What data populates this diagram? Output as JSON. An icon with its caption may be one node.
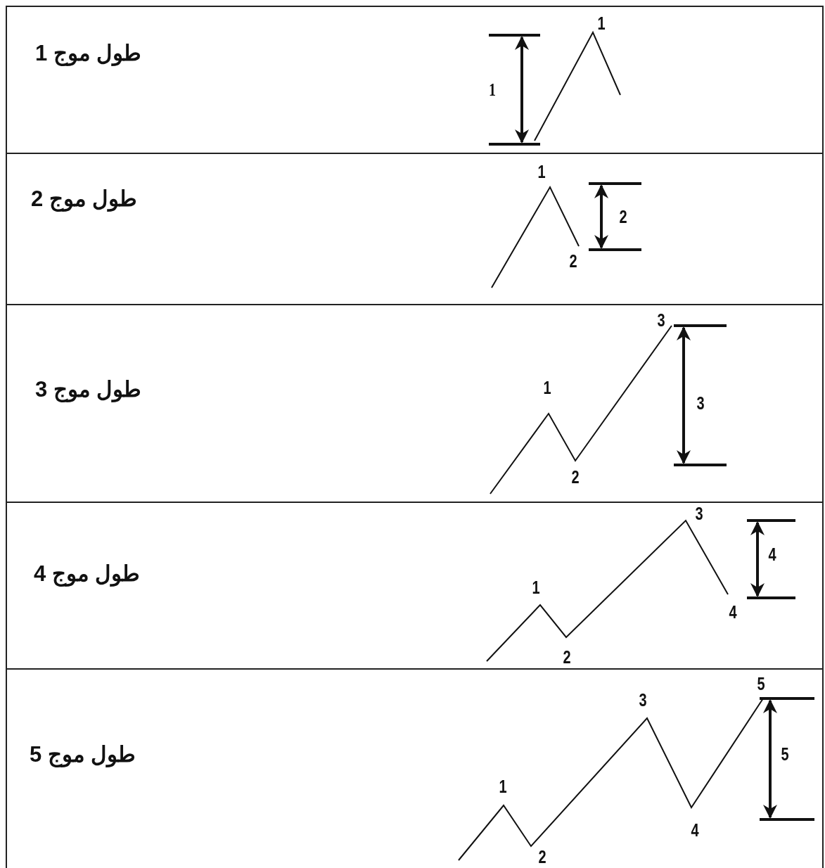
{
  "diagram": {
    "nodes": [
      {
        "text": [
          "طول موج 1"
        ]
      },
      {
        "text": [
          "طول موج 2"
        ]
      },
      {
        "text": [
          "طول موج 3"
        ]
      },
      {
        "text": [
          "طول موج 4"
        ]
      },
      {
        "text": [
          "طول موج 5"
        ]
      }
    ],
    "labels": [
      "1",
      "1",
      "1",
      "2",
      "2",
      "3",
      "1",
      "3",
      "2",
      "3",
      "4",
      "1",
      "4",
      "2",
      "5",
      "3",
      "5",
      "1",
      "4",
      "2"
    ]
  }
}
